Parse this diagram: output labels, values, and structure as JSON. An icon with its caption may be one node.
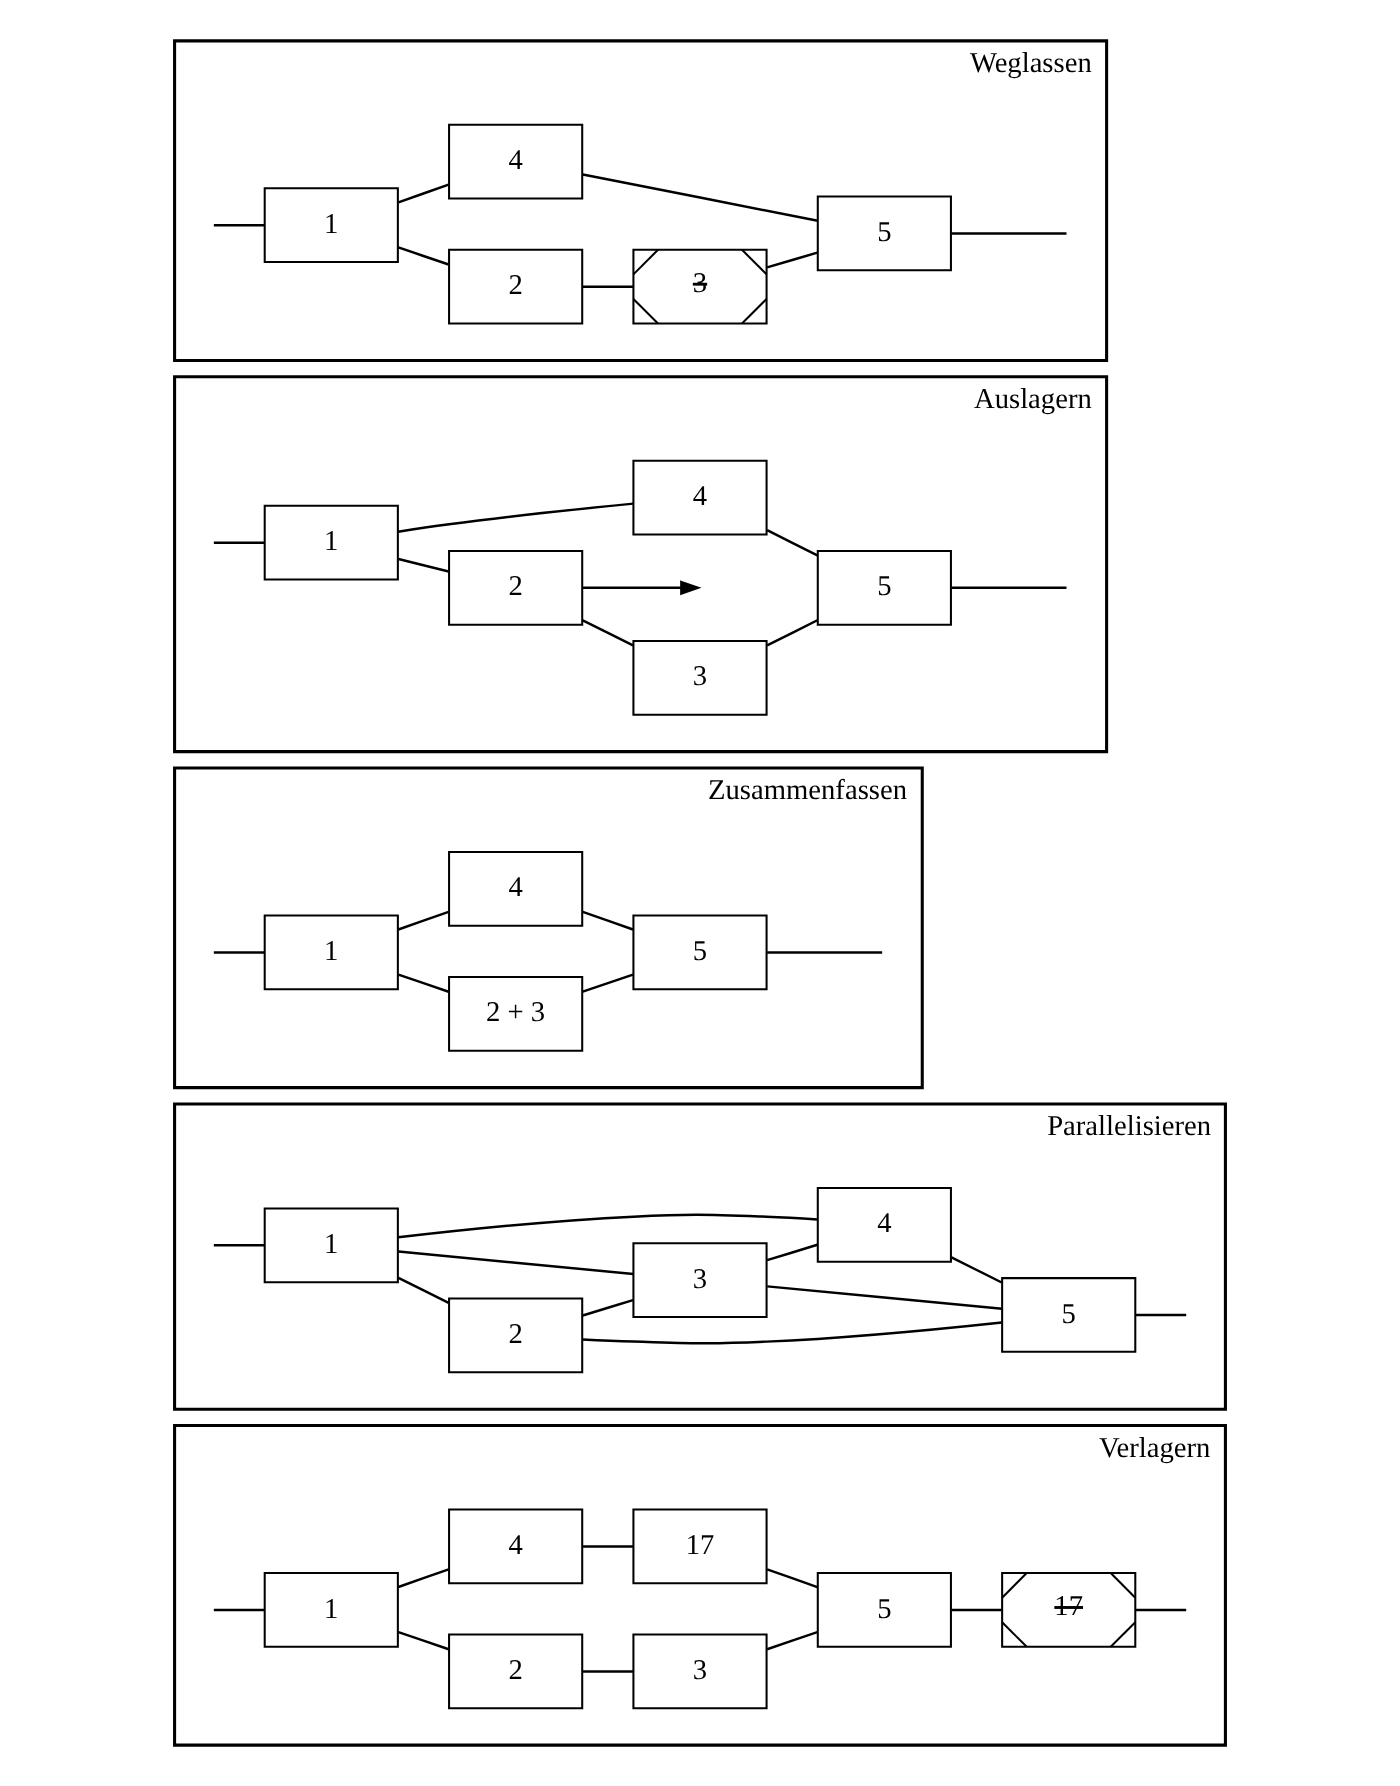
{
  "diagram": {
    "nodes": [
      {
        "text": [
          "Weglassen"
        ]
      },
      {
        "text": [
          "1"
        ],
        "in": 0
      },
      {
        "text": [
          "2"
        ],
        "in": 0
      },
      {
        "text": [
          "3"
        ],
        "in": 0
      },
      {
        "text": [
          "4"
        ],
        "in": 0
      },
      {
        "text": [
          "5"
        ],
        "in": 0
      },
      {
        "text": [
          "Auslagern"
        ]
      },
      {
        "text": [
          "1"
        ],
        "in": 6
      },
      {
        "text": [
          "2"
        ],
        "in": 6
      },
      {
        "text": [
          "3"
        ],
        "in": 6
      },
      {
        "text": [
          "4"
        ],
        "in": 6
      },
      {
        "text": [
          "5"
        ],
        "in": 6
      },
      {
        "text": [
          "Zusammenfassen"
        ]
      },
      {
        "text": [
          "1"
        ],
        "in": 12
      },
      {
        "text": [
          "2 + 3"
        ],
        "in": 12
      },
      {
        "text": [
          "4"
        ],
        "in": 12
      },
      {
        "text": [
          "5"
        ],
        "in": 12
      },
      {
        "text": [
          "Parallelisieren"
        ]
      },
      {
        "text": [
          "1"
        ],
        "in": 17
      },
      {
        "text": [
          "2"
        ],
        "in": 17
      },
      {
        "text": [
          "3"
        ],
        "in": 17
      },
      {
        "text": [
          "4"
        ],
        "in": 17
      },
      {
        "text": [
          "5"
        ],
        "in": 17
      },
      {
        "text": [
          "Verlagern"
        ]
      },
      {
        "text": [
          "1"
        ],
        "in": 23
      },
      {
        "text": [
          "2"
        ],
        "in": 23
      },
      {
        "text": [
          "3"
        ],
        "in": 23
      },
      {
        "text": [
          "4"
        ],
        "in": 23
      },
      {
        "text": [
          "17"
        ],
        "in": 23
      },
      {
        "text": [
          "5"
        ],
        "in": 23
      },
      {
        "text": [
          "17"
        ],
        "in": 23
      }
    ],
    "edges": [
      {
        "from": null,
        "to": 1,
        "arrow": "none"
      },
      {
        "from": 1,
        "to": 2,
        "arrow": "none"
      },
      {
        "from": 2,
        "to": 3,
        "arrow": "none"
      },
      {
        "from": 3,
        "to": 5,
        "arrow": "none"
      },
      {
        "from": 1,
        "to": 4,
        "arrow": "none"
      },
      {
        "from": 4,
        "to": 5,
        "arrow": "none"
      },
      {
        "from": 5,
        "to": null,
        "arrow": "none"
      },
      {
        "from": 8,
        "to": null,
        "arrow": "to"
      },
      {
        "from": null,
        "to": 7,
        "arrow": "none"
      },
      {
        "from": 7,
        "to": 8,
        "arrow": "none"
      },
      {
        "from": 8,
        "to": 9,
        "arrow": "none"
      },
      {
        "from": 9,
        "to": 11,
        "arrow": "none"
      },
      {
        "from": 7,
        "to": 10,
        "arrow": "none"
      },
      {
        "from": 10,
        "to": 11,
        "arrow": "none"
      },
      {
        "from": 11,
        "to": null,
        "arrow": "none"
      },
      {
        "from": null,
        "to": 13,
        "arrow": "none"
      },
      {
        "from": 13,
        "to": 14,
        "arrow": "none"
      },
      {
        "from": 14,
        "to": 16,
        "arrow": "none"
      },
      {
        "from": 13,
        "to": 15,
        "arrow": "none"
      },
      {
        "from": 15,
        "to": 16,
        "arrow": "none"
      },
      {
        "from": 16,
        "to": null,
        "arrow": "none"
      },
      {
        "from": null,
        "to": 18,
        "arrow": "none"
      },
      {
        "from": 18,
        "to": 19,
        "arrow": "none"
      },
      {
        "from": 19,
        "to": 22,
        "arrow": "none"
      },
      {
        "from": 18,
        "to": 20,
        "arrow": "none"
      },
      {
        "from": 20,
        "to": 22,
        "arrow": "none"
      },
      {
        "from": 18,
        "to": 21,
        "arrow": "none"
      },
      {
        "from": 21,
        "to": 22,
        "arrow": "none"
      },
      {
        "from": 19,
        "to": 20,
        "arrow": "none"
      },
      {
        "from": 20,
        "to": 21,
        "arrow": "none"
      },
      {
        "from": 22,
        "to": null,
        "arrow": "none"
      },
      {
        "from": null,
        "to": 24,
        "arrow": "none"
      },
      {
        "from": 24,
        "to": 25,
        "arrow": "none"
      },
      {
        "from": 25,
        "to": 26,
        "arrow": "none"
      },
      {
        "from": 26,
        "to": 29,
        "arrow": "none"
      },
      {
        "from": 24,
        "to": 27,
        "arrow": "none"
      },
      {
        "from": 27,
        "to": 28,
        "arrow": "none"
      },
      {
        "from": 28,
        "to": 29,
        "arrow": "none"
      },
      {
        "from": 29,
        "to": 30,
        "arrow": "none"
      },
      {
        "from": 30,
        "to": null,
        "arrow": "none"
      }
    ]
  }
}
